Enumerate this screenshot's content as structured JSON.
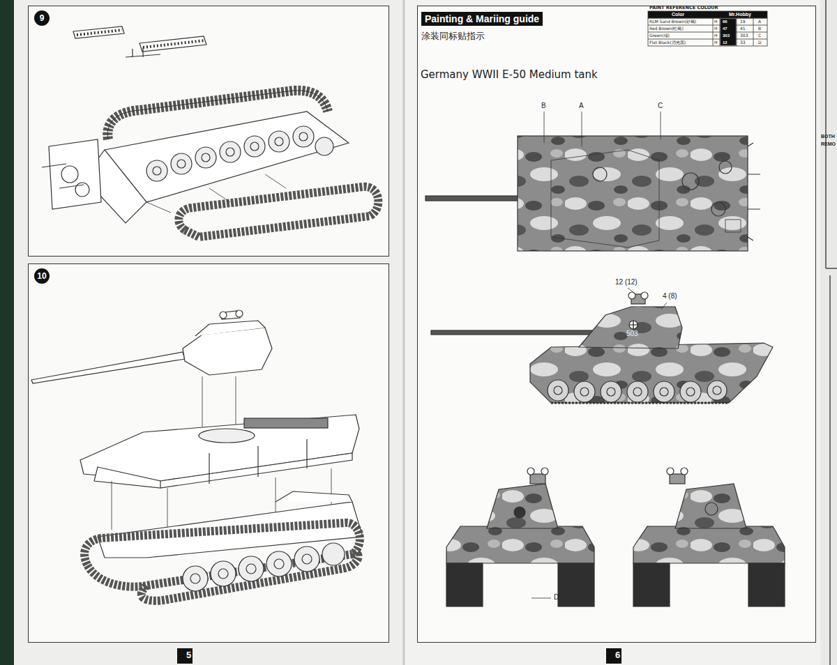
{
  "diagram": {
    "nodes": [
      {
        "text": [
          "9"
        ]
      },
      {
        "text": [
          "10"
        ]
      },
      {
        "text": [
          "Painting & Mariing guide",
          "涂装同标贴指示"
        ]
      }
    ],
    "labels": [
      "PAINT REFERENCE COLOUR",
      "Color",
      "Mr.Hobby",
      "RLM Sand Brown(砂褐)",
      "H",
      "66",
      "19",
      "A",
      "Red Brown(红褐)",
      "H",
      "47",
      "41",
      "B",
      "Green(绿)",
      "H",
      "303",
      "303",
      "C",
      "Flat Black(消光黑)",
      "H",
      "12",
      "33",
      "D",
      "Germany WWII E-50 Medium tank",
      "B",
      "A",
      "C",
      "12 (12)",
      "4 (8)",
      "503",
      "D",
      "5",
      "6",
      "BOTH",
      "REMO"
    ]
  }
}
